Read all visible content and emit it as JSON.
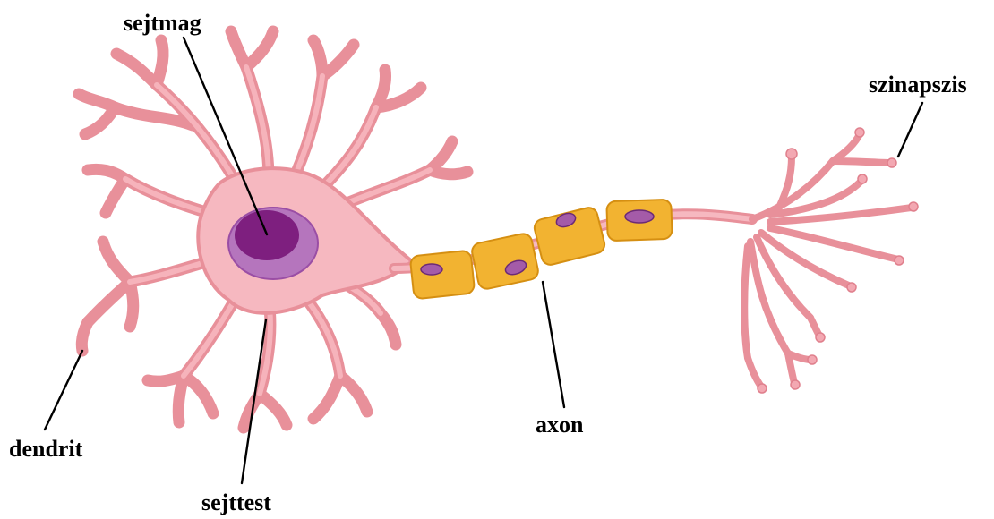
{
  "labels": {
    "nucleus": "sejtmag",
    "synapse": "szinapszis",
    "dendrite": "dendrit",
    "axon": "axon",
    "cell_body": "sejttest"
  },
  "colors": {
    "membrane": "#e8909a",
    "cytoplasm": "#f6b8c0",
    "nucleus_outer": "#b575bd",
    "nucleus_inner": "#7e1f7f",
    "myelin": "#f2b331",
    "myelin_nucleus": "#a45ba8"
  }
}
